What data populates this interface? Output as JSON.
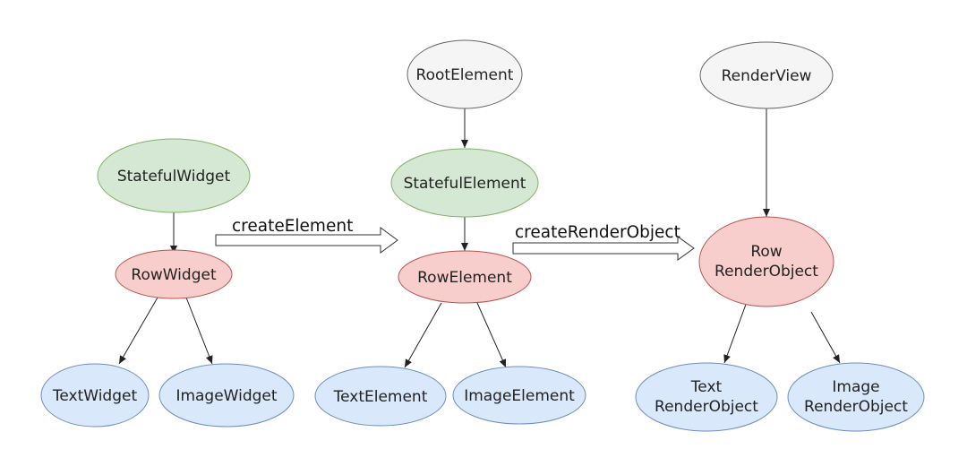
{
  "colors": {
    "gray_fill": "#f5f5f5",
    "gray_stroke": "#666666",
    "green_fill": "#d5e8d4",
    "green_stroke": "#82b366",
    "red_fill": "#f8cecc",
    "red_stroke": "#b85450",
    "blue_fill": "#dae8fc",
    "blue_stroke": "#6c8ebf"
  },
  "diagram": {
    "widget_tree": {
      "stateful": "StatefulWidget",
      "row": "RowWidget",
      "text": "TextWidget",
      "image": "ImageWidget"
    },
    "element_tree": {
      "root": "RootElement",
      "stateful": "StatefulElement",
      "row": "RowElement",
      "text": "TextElement",
      "image": "ImageElement"
    },
    "render_tree": {
      "root": "RenderView",
      "row_line1": "Row",
      "row_line2": "RenderObject",
      "text_line1": "Text",
      "text_line2": "RenderObject",
      "image_line1": "Image",
      "image_line2": "RenderObject"
    },
    "arrows": {
      "create_element": "createElement",
      "create_render_object": "createRenderObject"
    }
  }
}
